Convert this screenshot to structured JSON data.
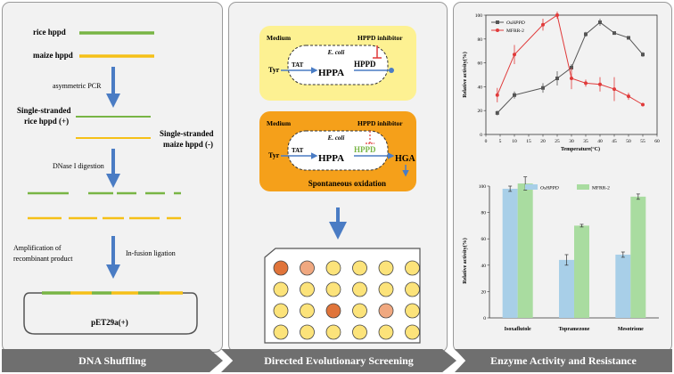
{
  "shuffling": {
    "rice_gene": "rice hppd",
    "maize_gene": "maize hppd",
    "step_pcr": "asymmetric PCR",
    "ss_rice_line1": "Single-stranded",
    "ss_rice_line2": "rice hppd (+)",
    "ss_maize_line1": "Single-stranded",
    "ss_maize_line2": "maize hppd (-)",
    "step_dnase": "DNase I digestion",
    "amplification_line1": "Amplification  of",
    "amplification_line2": "recombinant product",
    "step_infusion": "In-fusion ligation",
    "vector": "pET29a(+)"
  },
  "screening": {
    "box1": {
      "medium": "Medium",
      "inhibitor": "HPPD inhibitor",
      "organism": "E. coli",
      "substrate": "Tyr",
      "enzyme1": "TAT",
      "intermediate": "HPPA",
      "enzyme2": "HPPD"
    },
    "box2": {
      "medium": "Medium",
      "inhibitor": "HPPD inhibitor",
      "organism": "E. coli",
      "substrate": "Tyr",
      "enzyme1": "TAT",
      "intermediate": "HPPA",
      "enzyme2": "HPPD",
      "product": "HGA",
      "note": "Spontaneous oxidation"
    },
    "well_plate": {
      "rows": 4,
      "cols": 6,
      "well_colors": [
        [
          "#e0743a",
          "#f0a880",
          "#fce37a",
          "#fce37a",
          "#fce37a",
          "#fce37a"
        ],
        [
          "#fce37a",
          "#fce37a",
          "#fce37a",
          "#fce37a",
          "#fce37a",
          "#fce37a"
        ],
        [
          "#fce37a",
          "#fce37a",
          "#e0743a",
          "#fce37a",
          "#f0a880",
          "#fce37a"
        ],
        [
          "#fce37a",
          "#fce37a",
          "#fce37a",
          "#fce37a",
          "#fce37a",
          "#fce37a"
        ]
      ]
    }
  },
  "footer": {
    "step1": "DNA Shuffling",
    "step2": "Directed Evolutionary Screening",
    "step3": "Enzyme Activity and Resistance"
  },
  "colors": {
    "green": "#78b545",
    "yellow": "#f5c018",
    "blue": "#4a7cc4",
    "red": "#e03a3a",
    "orange_box": "#f5a01a",
    "yellow_box": "#fdf192"
  },
  "chart_data": [
    {
      "type": "line",
      "xlabel": "Temperature(°C)",
      "ylabel": "Relative activity(%)",
      "xlim": [
        0,
        60
      ],
      "ylim": [
        0,
        100
      ],
      "xticks": [
        0,
        5,
        10,
        15,
        20,
        25,
        30,
        35,
        40,
        45,
        50,
        55,
        60
      ],
      "yticks": [
        0,
        20,
        40,
        60,
        80,
        100
      ],
      "legend_placement": "top-left",
      "series": [
        {
          "name": "OsHPPD",
          "color": "#555555",
          "marker": "square",
          "x": [
            4,
            10,
            20,
            25,
            30,
            35,
            40,
            45,
            50,
            55
          ],
          "y": [
            18,
            33,
            39,
            47,
            56,
            84,
            94,
            85,
            81,
            67
          ],
          "err": [
            2,
            3,
            4,
            6,
            3,
            2,
            3,
            1,
            1,
            2
          ]
        },
        {
          "name": "MFRR-2",
          "color": "#e03a3a",
          "marker": "circle",
          "x": [
            4,
            10,
            20,
            25,
            30,
            35,
            40,
            45,
            50,
            55
          ],
          "y": [
            33,
            67,
            92,
            100,
            47,
            43,
            42,
            38,
            32,
            25
          ],
          "err": [
            6,
            8,
            5,
            3,
            9,
            3,
            6,
            10,
            3,
            1
          ]
        }
      ]
    },
    {
      "type": "bar",
      "ylabel": "Relative activity(%)",
      "ylim": [
        0,
        100
      ],
      "yticks": [
        0,
        20,
        40,
        60,
        80,
        100
      ],
      "categories": [
        "Isoxaflutole",
        "Topramezone",
        "Mesotrione"
      ],
      "legend_placement": "top",
      "series": [
        {
          "name": "OsHPPD",
          "color": "#a8cfe8",
          "values": [
            98,
            44,
            48
          ],
          "err": [
            2,
            4,
            2
          ]
        },
        {
          "name": "MFRR-2",
          "color": "#a9dca0",
          "values": [
            102,
            70,
            92
          ],
          "err": [
            5,
            1,
            2
          ]
        }
      ]
    }
  ]
}
